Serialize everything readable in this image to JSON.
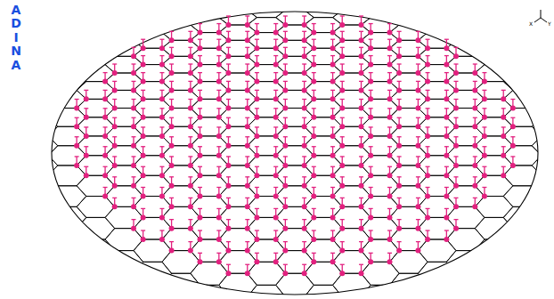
{
  "diagram": {
    "labels": [
      "ADINA",
      "X",
      "Y"
    ]
  }
}
